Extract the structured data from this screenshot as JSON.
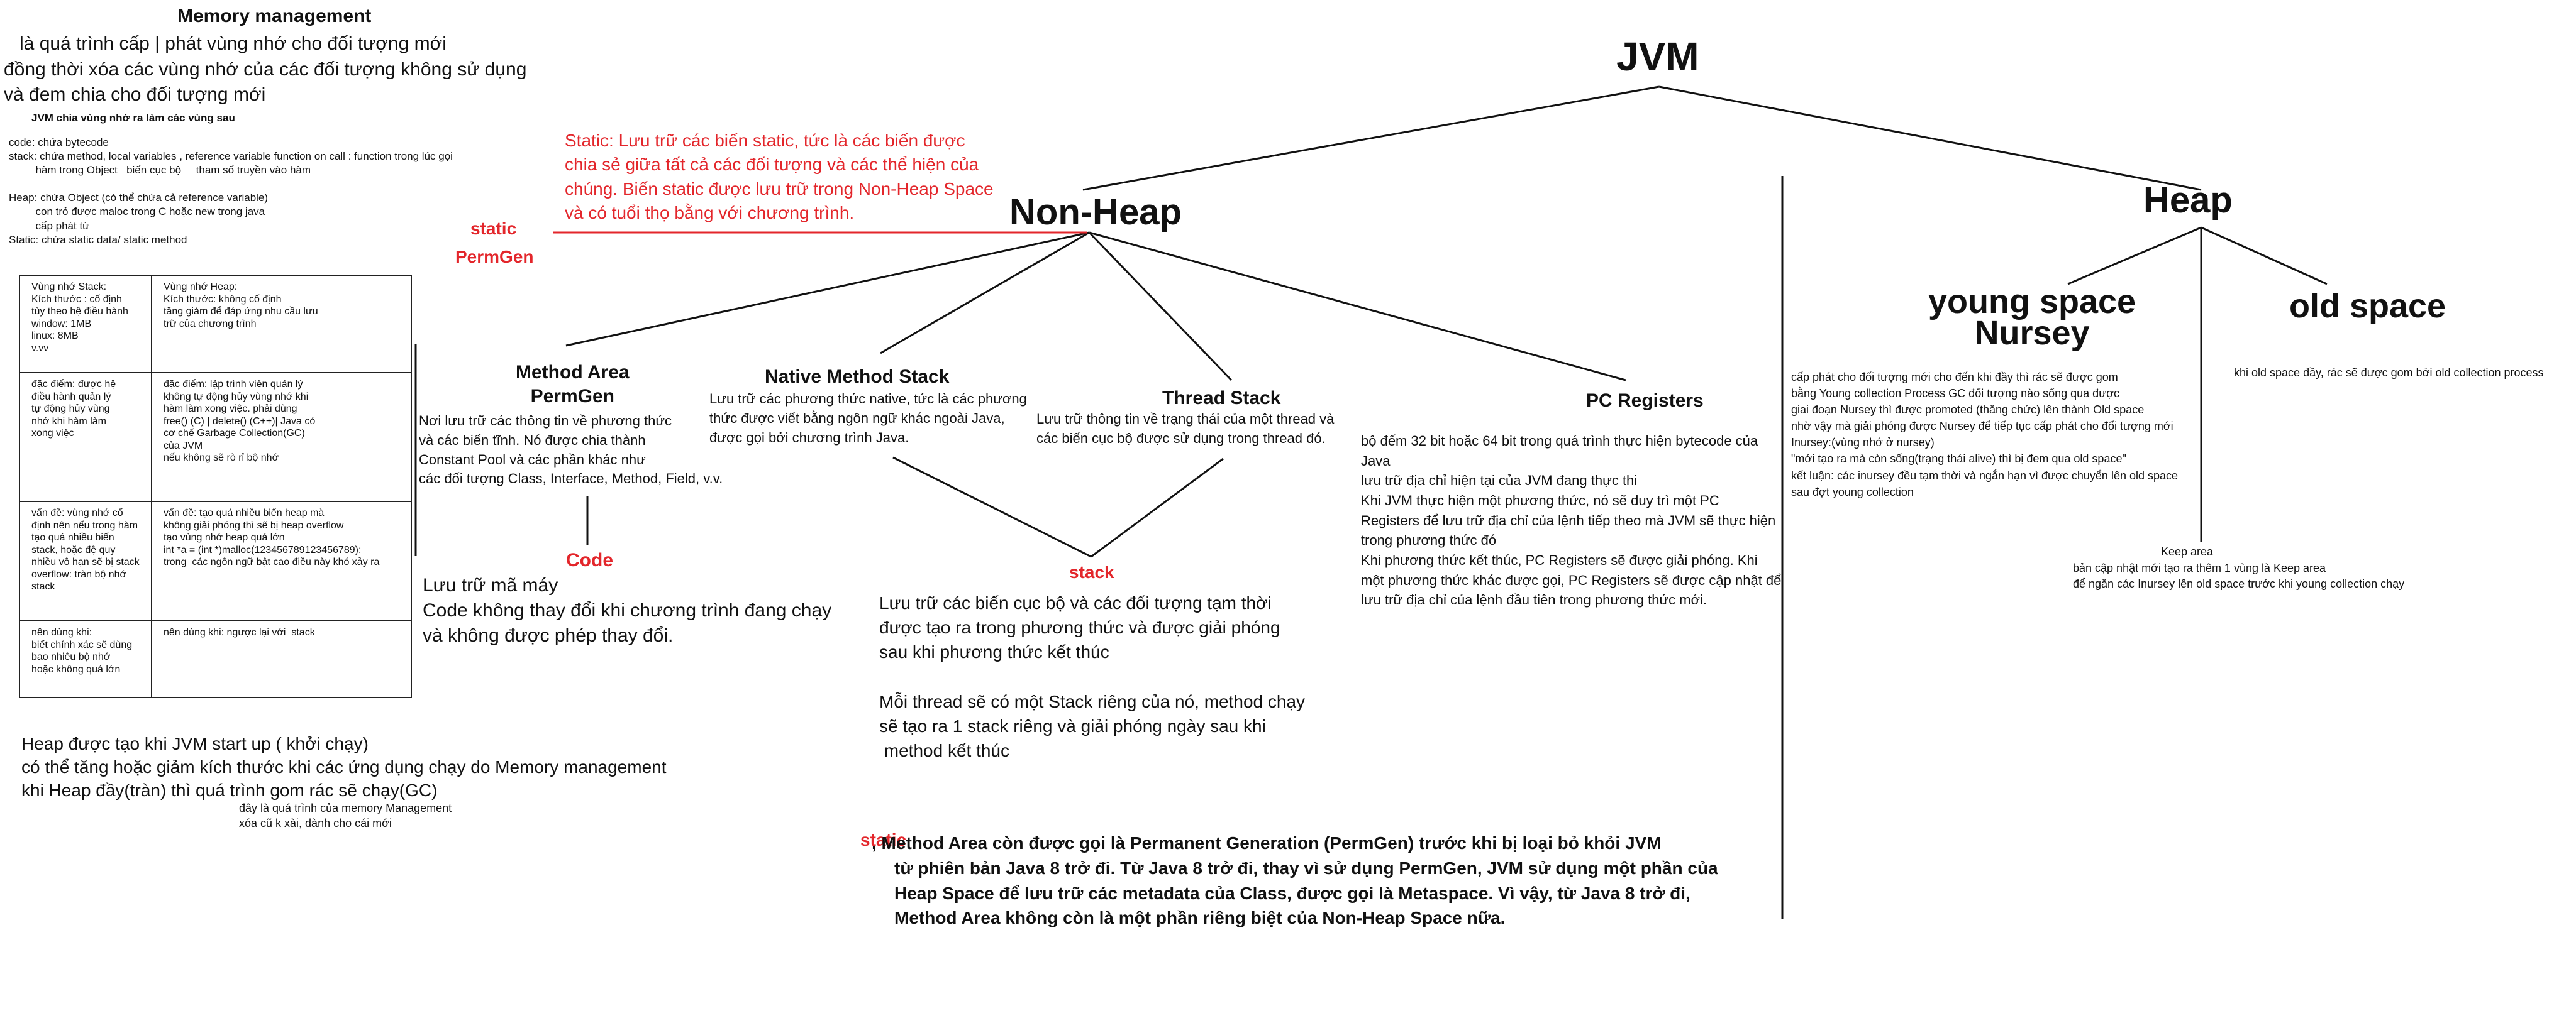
{
  "title": "JVM",
  "nonheap": {
    "title": "Non-Heap",
    "static_note": [
      "Static: Lưu trữ các biến static, tức là các biến được",
      "chia sẻ giữa tất cả các đối tượng và các thể hiện của",
      "chúng. Biến static được lưu trữ trong Non-Heap Space",
      "và có tuổi thọ bằng với chương trình."
    ],
    "static_tag": "static",
    "permgen_tag": "PermGen",
    "method_area": {
      "title": [
        "Method Area",
        "PermGen"
      ],
      "body": [
        "Nơi lưu trữ các thông tin về phương thức",
        "và các biến tĩnh. Nó được chia thành",
        "Constant Pool và các phần khác như",
        "các đối tượng Class, Interface, Method, Field, v.v."
      ]
    },
    "code": {
      "title": "Code",
      "body": [
        "Lưu trữ mã máy",
        "Code không thay đổi khi chương trình đang chạy",
        "và không được phép thay đổi."
      ]
    },
    "native": {
      "title": "Native Method Stack",
      "body": [
        "Lưu trữ các phương thức native, tức là các phương",
        "thức được viết bằng ngôn ngữ khác ngoài Java,",
        "được gọi bởi chương trình Java."
      ]
    },
    "thread": {
      "title": "Thread Stack",
      "body": [
        "Lưu trữ thông tin về trạng thái của một thread và",
        "các biến cục bộ được sử dụng trong thread đó."
      ]
    },
    "stack": {
      "title": "stack",
      "body": [
        "Lưu trữ các biến cục bộ và các đối tượng tạm thời",
        "được tạo ra trong phương thức và được giải phóng",
        "sau khi phương thức kết thúc",
        "",
        "Mỗi thread sẽ có một Stack riêng của nó, method chạy",
        "sẽ tạo ra 1 stack riêng và giải phóng ngày sau khi",
        " method kết thúc"
      ]
    },
    "pc": {
      "title": "PC Registers",
      "body": [
        "bộ đếm 32 bit hoặc 64 bit trong quá trình thực hiện bytecode của",
        "Java",
        "lưu trữ địa chỉ hiện tại của JVM đang thực thi",
        "Khi JVM thực hiện một phương thức, nó sẽ duy trì một PC",
        "Registers để lưu trữ địa chỉ của lệnh tiếp theo mà JVM sẽ thực hiện",
        "trong phương thức đó",
        "Khi phương thức kết thúc, PC Registers sẽ được giải phóng. Khi",
        "một phương thức khác được gọi, PC Registers sẽ được cập nhật để",
        "lưu trữ địa chỉ của lệnh đầu tiên trong phương thức mới."
      ]
    },
    "bottom_tag": "static",
    "bottom_note": [
      ", Method Area còn được gọi là Permanent Generation (PermGen) trước khi bị loại bỏ khỏi JVM",
      "từ phiên bản Java 8 trở đi. Từ Java 8 trở đi, thay vì sử dụng PermGen, JVM sử dụng một phần của",
      "Heap Space để lưu trữ các metadata của Class, được gọi là Metaspace. Vì vậy, từ Java 8 trở đi,",
      "Method Area không còn là một phần riêng biệt của Non-Heap Space nữa."
    ]
  },
  "heap": {
    "title": "Heap",
    "young_title": [
      "young space",
      "Nursey"
    ],
    "old_title": "old space",
    "young_body": [
      "cấp phát cho đối tượng mới cho đến khi đầy thì rác sẽ được gom",
      "bằng Young collection Process GC đối tượng nào sống qua được",
      "giai đoạn Nursey thì được promoted (thăng chức) lên thành Old space",
      "nhờ vậy mà giải phóng được Nursey để tiếp tục cấp phát cho đối tượng mới",
      "Inursey:(vùng nhớ ở nursey)",
      "\"mới tạo ra mà còn sống(trạng thái alive) thì bị đem qua old space\"",
      "kết luận: các inursey đều tạm thời và ngắn hạn vì được chuyển lên old space",
      "sau đợt young collection"
    ],
    "old_body": "khi old space đầy, rác sẽ được gom bởi old collection process",
    "keep_area": [
      "Keep area",
      "bản cập nhật mới tạo ra thêm 1 vùng là Keep area",
      "để ngăn các Inursey lên old space trước khi young collection chạy"
    ]
  },
  "memory": {
    "title": "Memory management",
    "intro": [
      "   là quá trình cấp | phát vùng nhớ cho đối tượng mới",
      "đồng thời xóa các vùng nhớ của các đối tượng không sử dụng",
      "và đem chia cho đối tượng mới"
    ],
    "regions_title": "JVM chia vùng nhớ ra làm các vùng sau",
    "regions": [
      "code: chứa bytecode",
      "stack: chứa method, local variables , reference variable function on call : function trong lúc gọi",
      "         hàm trong Object   biến cục bộ     tham số truyền vào hàm",
      "",
      "Heap: chứa Object (có thể chứa cả reference variable)",
      "         con trỏ được maloc trong C hoặc new trong java",
      "         cấp phát từ",
      "Static: chứa static data/ static method"
    ],
    "table": [
      [
        "Vùng nhớ Stack:\nKích thước : cố định\ntùy theo hệ điều hành\nwindow: 1MB\nlinux: 8MB\nv.vv",
        "Vùng nhớ Heap:\nKích thước: không cố định\ntăng giảm để đáp ứng nhu cầu lưu\ntrữ của chương trình"
      ],
      [
        "đặc điểm: được hệ\nđiều hành quản lý\ntự động hủy vùng\nnhớ khi hàm làm\nxong việc",
        "đặc điểm: lập trình viên quản lý\nkhông tự động hủy vùng nhớ khi\nhàm làm xong việc. phải dùng\nfree() (C) | delete() (C++)| Java có\ncơ chế Garbage Collection(GC)\ncủa JVM\nnếu không sẽ rò rỉ bộ nhớ"
      ],
      [
        "vấn đề: vùng nhớ cố\nđịnh nên nếu trong hàm\ntạo quá nhiều biến\nstack, hoặc đệ quy\nnhiều vô hạn sẽ bị stack\noverflow: tràn bộ nhớ\nstack",
        "vấn đề: tạo quá nhiều biến heap mà\nkhông giải phóng thì sẽ bị heap overflow\ntạo vùng nhớ heap quá lớn\nint *a = (int *)malloc(123456789123456789);\ntrong  các ngôn ngữ bật cao điều này khó xảy ra"
      ],
      [
        "nên dùng khi:\nbiết chính xác sẽ dùng\nbao nhiêu bộ nhớ\nhoặc không quá lớn",
        "nên dùng khi: ngược lại với  stack"
      ]
    ],
    "heap_note": [
      "Heap được tạo khi JVM start up ( khởi chạy)",
      "có thể tăng hoặc giảm kích thước khi các ứng dụng chạy do Memory management",
      "khi Heap đầy(tràn) thì quá trình gom rác sẽ chạy(GC)"
    ],
    "gc_note": [
      "đây là quá trình của memory Management",
      "xóa cũ k xài, dành cho cái mới"
    ]
  }
}
